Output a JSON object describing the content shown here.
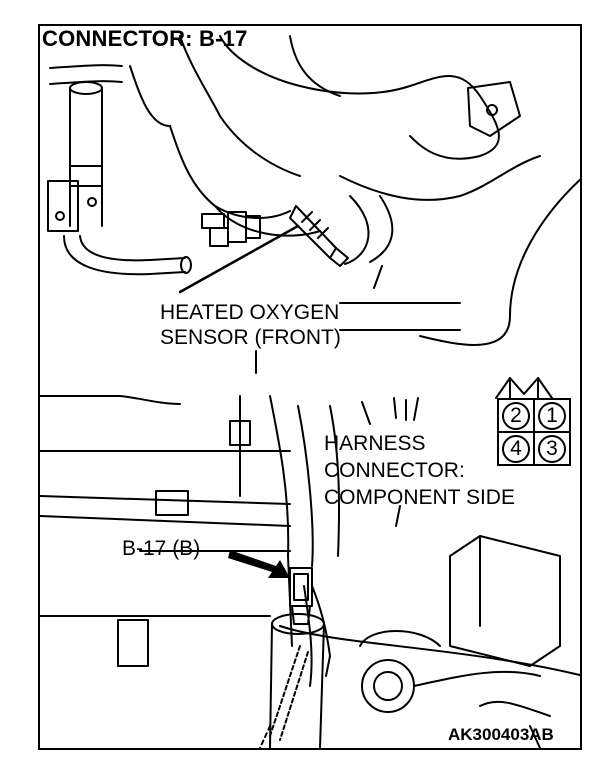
{
  "title": "CONNECTOR: B-17",
  "sensor_label": {
    "line1": "HEATED OXYGEN",
    "line2": "SENSOR (FRONT)"
  },
  "harness_label": {
    "line1": "HARNESS",
    "line2": "CONNECTOR:",
    "line3": "COMPONENT SIDE"
  },
  "connector_pins": [
    "2",
    "1",
    "4",
    "3"
  ],
  "callout_b17": "B-17 (B)",
  "figure_code": "AK300403AB"
}
